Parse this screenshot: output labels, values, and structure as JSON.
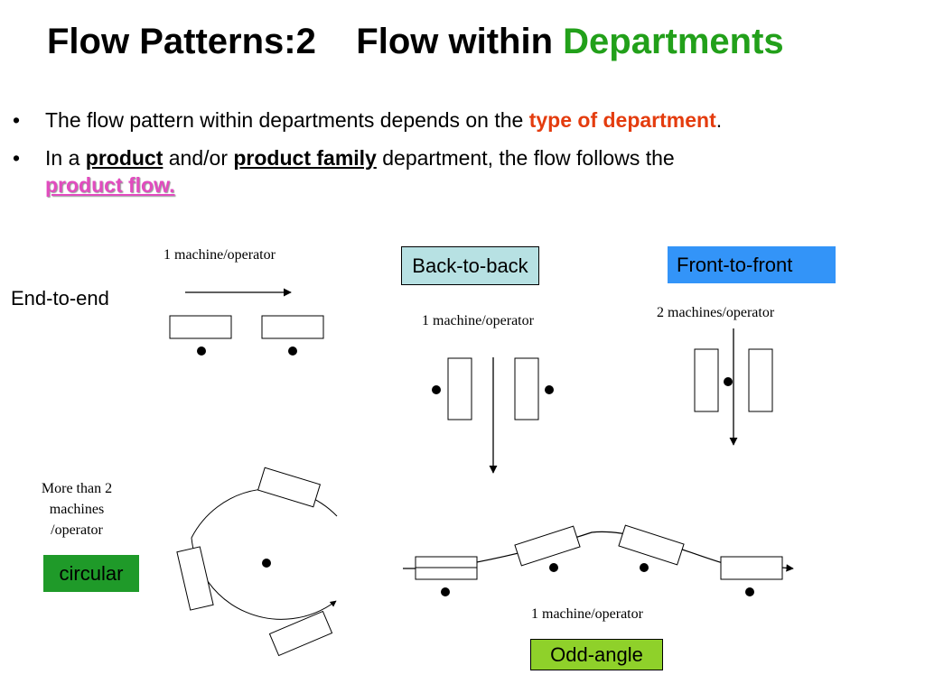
{
  "title": {
    "part1": "Flow Patterns:2    Flow within ",
    "highlight": "Departments",
    "highlight_color": "#22a01a"
  },
  "bullets": {
    "b1": {
      "text_before": "The flow pattern within departments depends on the ",
      "highlight": "type of department",
      "text_after": ".",
      "highlight_color": "#e43c0e"
    },
    "b2": {
      "text1": "In a ",
      "u1": "product",
      "text2": " and/or ",
      "u2": "product family",
      "text3": " department, the flow follows the",
      "highlight": "product flow.",
      "highlight_color": "#e24bbf"
    }
  },
  "patterns": {
    "end_to_end": {
      "label": "End-to-end",
      "caption": "1 machine/operator"
    },
    "back_to_back": {
      "label": "Back-to-back",
      "caption": "1 machine/operator",
      "box_fill": "#b7e1e3"
    },
    "front_to_front": {
      "label": "Front-to-front",
      "caption": "2 machines/operator",
      "box_fill": "#3394f8"
    },
    "circular": {
      "label": "circular",
      "caption_lines": [
        "More than 2",
        "machines",
        "/operator"
      ],
      "box_fill": "#1f9a29"
    },
    "odd_angle": {
      "label": "Odd-angle",
      "caption": "1 machine/operator",
      "box_fill": "#8fd12a"
    }
  }
}
